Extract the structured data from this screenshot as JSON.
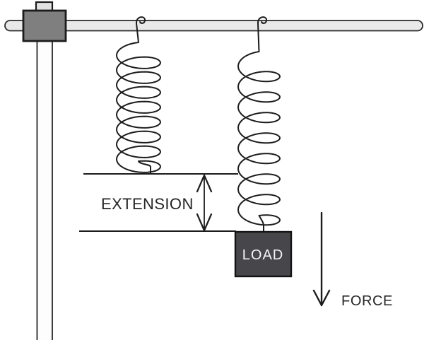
{
  "diagram": {
    "description": "spring-extension-experiment",
    "labels": {
      "extension": "EXTENSION",
      "load": "LOAD",
      "force": "FORCE"
    },
    "springs": {
      "left": {
        "coils": 8,
        "state": "unstretched"
      },
      "right": {
        "coils": 8,
        "state": "stretched"
      }
    },
    "colors": {
      "background": "#ffffff",
      "line": "#1c1c1c",
      "rod_fill": "#e9e9e9",
      "clamp_fill": "#7f7f7f",
      "clamp_tab_fill": "#e2e2e2",
      "pole_fill": "#fdfdfd",
      "load_fill": "#47474b",
      "load_text": "#f5f5f5",
      "label_text": "#262626"
    }
  }
}
